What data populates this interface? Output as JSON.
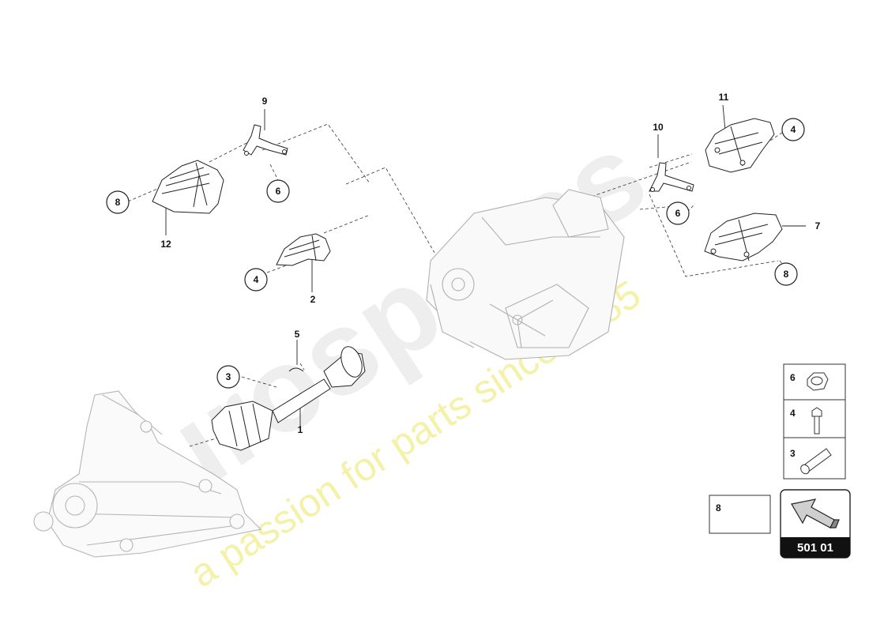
{
  "watermark": {
    "brand": "eurospares",
    "tagline": "a passion for parts since 1985"
  },
  "callouts": {
    "c1": "1",
    "c2": "2",
    "c3": "3",
    "c4a": "4",
    "c4b": "4",
    "c5": "5",
    "c6a": "6",
    "c6b": "6",
    "c7": "7",
    "c8a": "8",
    "c8b": "8",
    "c9": "9",
    "c10": "10",
    "c11": "11",
    "c12": "12"
  },
  "legend": {
    "items": [
      {
        "number": "6",
        "part": "nut-icon"
      },
      {
        "number": "4",
        "part": "bolt-icon"
      },
      {
        "number": "3",
        "part": "bolt-icon"
      },
      {
        "number": "8",
        "part": "bolt-icon"
      }
    ]
  },
  "page_code": "501 01",
  "colors": {
    "line": "#222222",
    "faded": "#bbbbbb",
    "watermark_text": "#f4f1a8"
  }
}
